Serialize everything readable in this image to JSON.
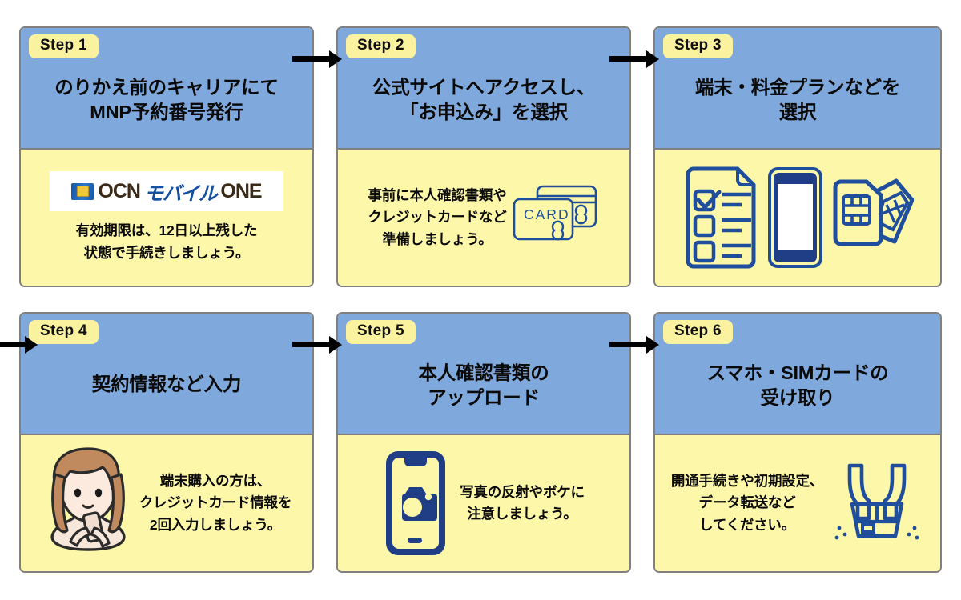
{
  "infographic": {
    "title_hidden": "",
    "colors": {
      "header_blue": "#7FA9DC",
      "body_yellow": "#FDF7A9",
      "badge_yellow": "#FBF2A0",
      "border_gray": "#808080",
      "icon_blue": "#1F4E9C",
      "arrow_black": "#000000"
    }
  },
  "steps": [
    {
      "badge": "Step 1",
      "title": "のりかえ前のキャリアにて\nMNP予約番号発行",
      "note": "有効期限は、12日以上残した\n状態で手続きしましょう。",
      "logo": {
        "ocn": "OCN",
        "mobile": "モバイル",
        "one": "ONE",
        "icon": "sim-chip-icon"
      },
      "icon": "ocn-mobile-one-logo"
    },
    {
      "badge": "Step 2",
      "title": "公式サイトへアクセスし、\n「お申込み」を選択",
      "note": "事前に本人確認書類や\nクレジットカードなど\n準備しましょう。",
      "icon": "credit-card-icon",
      "icon_label": "CARD"
    },
    {
      "badge": "Step 3",
      "title": "端末・料金プランなどを\n選択",
      "note": "",
      "icon": "checklist-phone-sim-icons"
    },
    {
      "badge": "Step 4",
      "title": "契約情報など入力",
      "note": "端末購入の方は、\nクレジットカード情報を\n2回入力しましょう。",
      "icon": "woman-with-phone-illustration"
    },
    {
      "badge": "Step 5",
      "title": "本人確認書類の\nアップロード",
      "note": "写真の反射やボケに\n注意しましょう。",
      "icon": "phone-camera-icon"
    },
    {
      "badge": "Step 6",
      "title": "スマホ・SIMカードの\n受け取り",
      "note": "開通手続きや初期設定、\nデータ転送など\nしてください。",
      "icon": "hands-holding-box-icon"
    }
  ],
  "arrows": [
    {
      "name": "arrow-step1-to-step2"
    },
    {
      "name": "arrow-step2-to-step3"
    },
    {
      "name": "arrow-step3-to-step4"
    },
    {
      "name": "arrow-step4-to-step5"
    },
    {
      "name": "arrow-step5-to-step6"
    }
  ]
}
